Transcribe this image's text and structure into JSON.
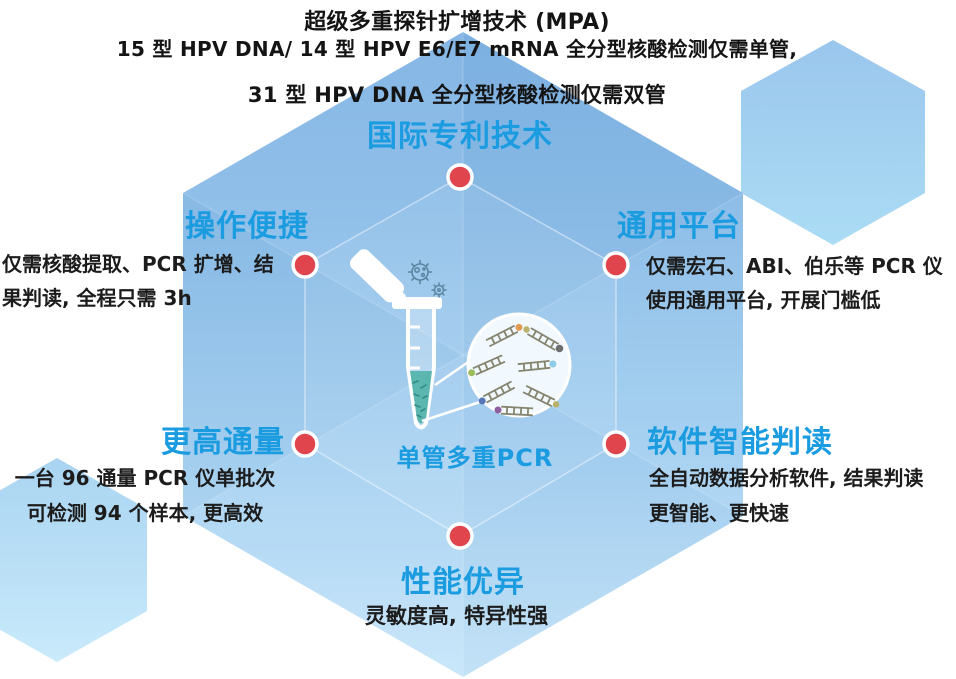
{
  "header": {
    "line1": "超级多重探针扩增技术 (MPA)",
    "line2": "15 型 HPV DNA/ 14 型 HPV E6/E7 mRNA 全分型核酸检测仅需单管,",
    "line3": "31 型 HPV DNA 全分型核酸检测仅需双管"
  },
  "features": {
    "patent": {
      "title": "国际专利技术",
      "lines": []
    },
    "operation": {
      "title": "操作便捷",
      "lines": [
        "仅需核酸提取、PCR 扩增、结",
        "果判读, 全程只需 3h"
      ]
    },
    "platform": {
      "title": "通用平台",
      "lines": [
        "仅需宏石、ABI、伯乐等 PCR 仪",
        "使用通用平台, 开展门槛低"
      ]
    },
    "throughput": {
      "title": "更高通量",
      "lines": [
        "一台 96 通量 PCR 仪单批次",
        "可检测 94 个样本, 更高效"
      ]
    },
    "software": {
      "title": "软件智能判读",
      "lines": [
        "全自动数据分析软件, 结果判读",
        "更智能、更快速"
      ]
    },
    "performance": {
      "title": "性能优异",
      "lines": [
        "灵敏度高, 特异性强"
      ]
    }
  },
  "center_illustration": {
    "label": "单管多重PCR",
    "icons": [
      "pcr-tube-icon",
      "open-cap-icon",
      "virus-icon",
      "gear-icon",
      "magnifier-circle-icon",
      "dna-fragment-icon",
      "red-dot-marker"
    ]
  },
  "colors": {
    "accent_blue_text": "#1B9CE0",
    "body_text": "#1C1C1C",
    "hexagon_top": "#7FB3E4",
    "hexagon_bottom": "#C7E6FA",
    "decor_hexagon_top": "#9AC6ED",
    "decor_hexagon_bottom": "#ABDCF4",
    "red_dot": "#E0444D",
    "tube_liquid_teal": "#5CB6B0",
    "dna_dot_colors": [
      "#E09B52",
      "#6E6E6E",
      "#9CBE5F",
      "#8FCBE6",
      "#5577B5",
      "#B9B06A",
      "#8E5F9D"
    ],
    "background": "#FFFFFF"
  }
}
